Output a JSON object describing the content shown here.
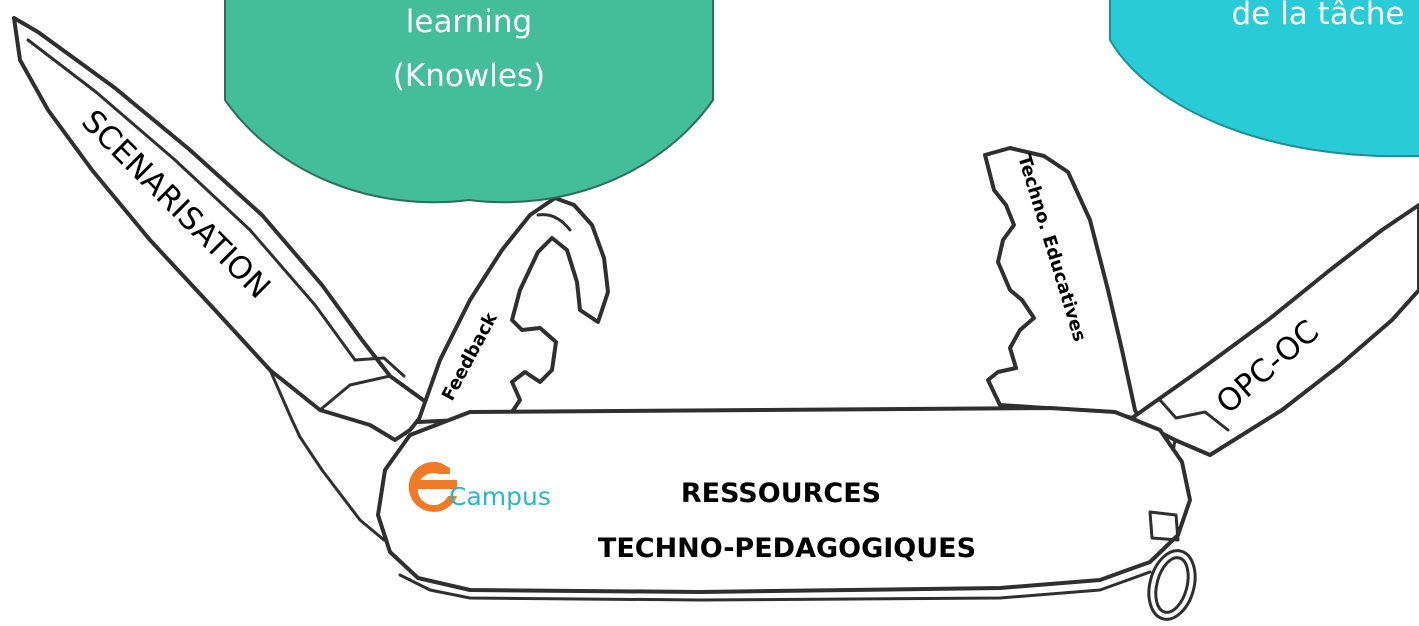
{
  "bubbles": {
    "left": {
      "line1": "learning",
      "line2": "(Knowles)",
      "color": "#43be98"
    },
    "right": {
      "line1": "de la tâche",
      "color": "#29ccd6"
    }
  },
  "tools": {
    "scenarisation": "SCENARISATION",
    "feedback": "Feedback",
    "techno_educatives": "Techno. Educatives",
    "opc_oc": "OPC-OC"
  },
  "handle": {
    "title_line1": "RESSOURCES",
    "title_line2": "TECHNO-PEDAGOGIQUES"
  },
  "logo": {
    "text": "Campus",
    "accent_color": "#f07a28",
    "text_color": "#29b8c8"
  }
}
